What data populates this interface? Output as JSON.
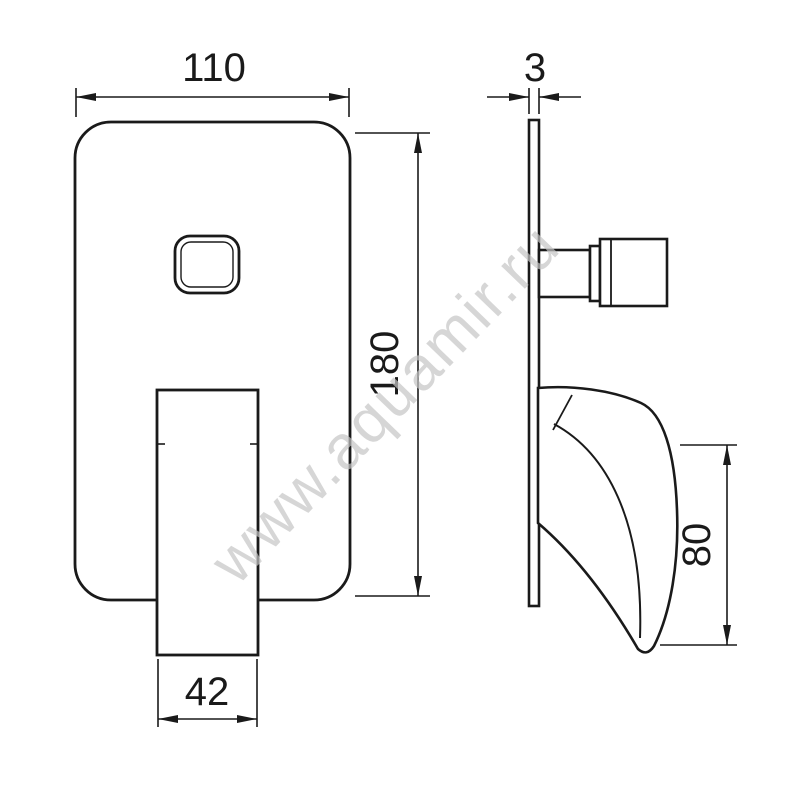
{
  "diagram": {
    "watermark": "www.aquamir.ru",
    "front_view": {
      "width": "110",
      "height": "180",
      "handle_width": "42"
    },
    "side_view": {
      "thickness": "3",
      "handle_length": "80"
    },
    "colors": {
      "line": "#1a1a1a",
      "watermark": "#c6c6c6",
      "background": "#ffffff"
    }
  }
}
